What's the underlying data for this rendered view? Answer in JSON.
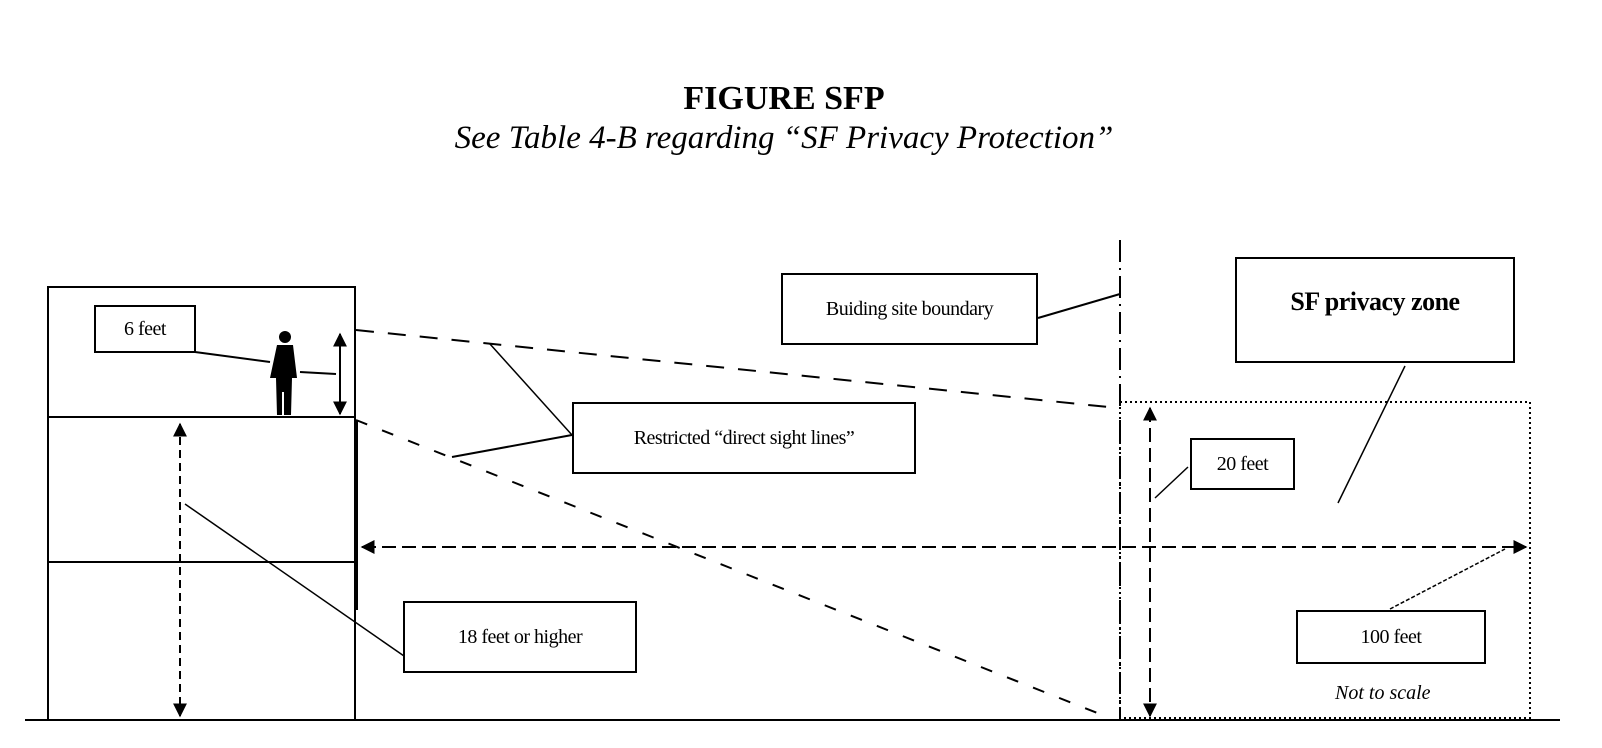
{
  "figure": {
    "title": "FIGURE SFP",
    "subtitle": "See Table 4-B regarding “SF Privacy Protection”"
  },
  "labels": {
    "six_feet": "6 feet",
    "building_site_boundary": "Buiding site boundary",
    "sf_privacy_zone": "SF privacy zone",
    "restricted_sight_lines": "Restricted “direct sight lines”",
    "twenty_feet": "20 feet",
    "eighteen_feet": "18 feet or higher",
    "hundred_feet": "100 feet",
    "not_to_scale": "Not to scale"
  },
  "dimensions": {
    "person_height_ft": 6,
    "building_height_ft": 18,
    "zone_height_ft": 20,
    "zone_depth_ft": 100
  },
  "icons": {
    "person": "person-silhouette-icon"
  }
}
